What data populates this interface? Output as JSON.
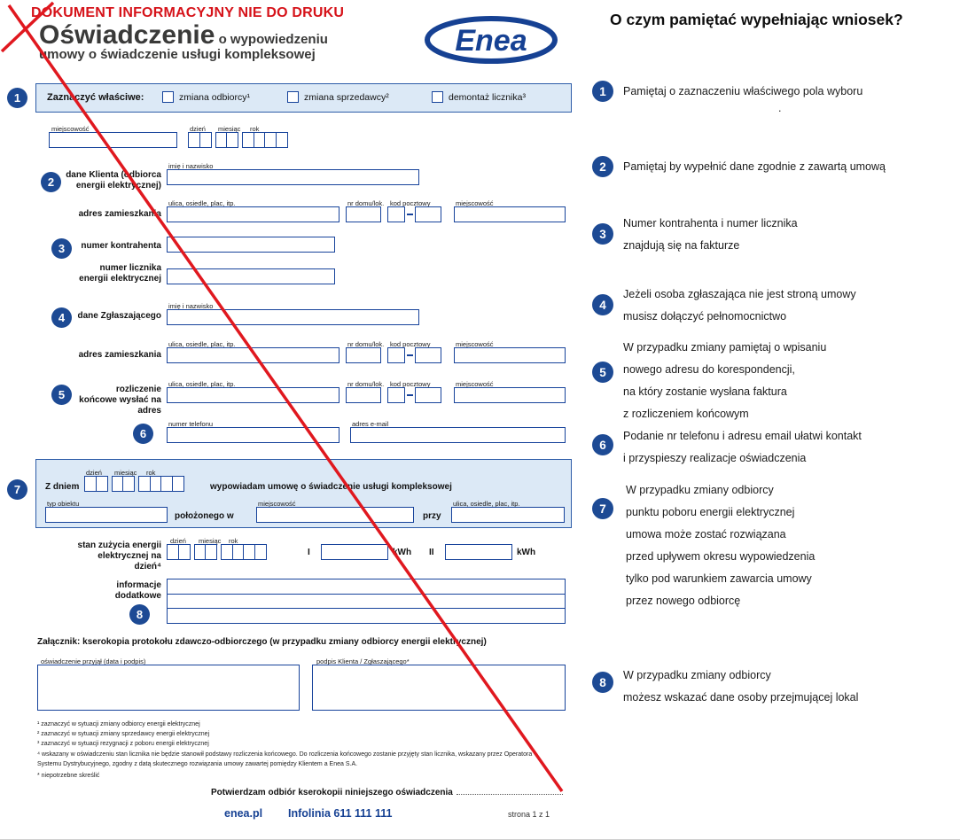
{
  "colors": {
    "blue": "#164193",
    "light_blue": "#dce9f6",
    "red": "#d6131a"
  },
  "header": {
    "warning": "DOKUMENT INFORMACYJNY NIE DO DRUKU",
    "title": "Oświadczenie",
    "subtitle1": " o wypowiedzeniu",
    "subtitle2": "umowy o świadczenie usługi kompleksowej",
    "logo": "Enea"
  },
  "labels": {
    "city": "miejscowość",
    "day": "dzień",
    "month": "miesiąc",
    "year": "rok",
    "full_name": "imię i nazwisko",
    "street": "ulica, osiedle, plac, itp.",
    "house": "nr domu/lok.",
    "postal": "kod pocztowy",
    "phone": "numer telefonu",
    "email": "adres e-mail"
  },
  "section1": {
    "num": "1",
    "title": "Zaznaczyć właściwe:",
    "options": [
      "zmiana odbiorcy¹",
      "zmiana sprzedawcy²",
      "demontaż licznika³"
    ]
  },
  "form": {
    "client": {
      "num": "2",
      "label": "dane Klienta (odbiorca energii elektrycznej)"
    },
    "address1": "adres zamieszkania",
    "contractor": {
      "num": "3",
      "label": "numer kontrahenta"
    },
    "meter": "numer licznika energii elektrycznej",
    "reporter": {
      "num": "4",
      "label": "dane Zgłaszającego"
    },
    "address2": "adres zamieszkania",
    "settlement": {
      "num": "5",
      "label": "rozliczenie końcowe wysłać na adres"
    },
    "contact": {
      "num": "6"
    },
    "section7": {
      "num": "7",
      "with_date": "Z dniem",
      "statement": "wypowiadam umowę o świadczenie usługi kompleksowej",
      "object_type": "typ obiektu",
      "located_in": "położonego w",
      "at": "przy"
    },
    "meter_state": {
      "label": "stan zużycia energii elektrycznej na dzień⁴",
      "i": "I",
      "ii": "II",
      "kwh": "kWh"
    },
    "additional": {
      "num": "8",
      "label": "informacje dodatkowe"
    },
    "attachment": "Załącznik: kserokopia protokołu zdawczo-odbiorczego (w przypadku zmiany odbiorcy energii elektrycznej)",
    "sign_left": "oświadczenie przyjął (data i podpis)",
    "sign_right": "podpis Klienta / Zgłaszającego*",
    "footnotes": [
      "¹ zaznaczyć w sytuacji zmiany odbiorcy energii elektrycznej",
      "² zaznaczyć w sytuacji zmiany sprzedawcy energii elektrycznej",
      "³ zaznaczyć w sytuacji rezygnacji z poboru energii elektrycznej",
      "⁴ wskazany w oświadczeniu stan licznika nie będzie stanowił podstawy rozliczenia końcowego. Do rozliczenia końcowego zostanie przyjęty stan licznika, wskazany przez Operatora Systemu Dystrybucyjnego, zgodny z datą skutecznego rozwiązania umowy zawartej pomiędzy Klientem a Enea S.A."
    ],
    "asterisk_note": "* niepotrzebne skreślić",
    "confirm": "Potwierdzam odbiór kserokopii niniejszego oświadczenia"
  },
  "footer": {
    "site": "enea.pl",
    "infoline": "Infolinia 611 111 111",
    "page": "strona 1 z 1"
  },
  "tips": {
    "title": "O czym pamiętać wypełniając wniosek?",
    "items": [
      {
        "num": "1",
        "text": "Pamiętaj o zaznaczeniu właściwego pola wyboru",
        "note": "."
      },
      {
        "num": "2",
        "text": "Pamiętaj by wypełnić dane zgodnie z zawartą umową"
      },
      {
        "num": "3",
        "text": "Numer kontrahenta i numer licznika\nznajdują się na fakturze"
      },
      {
        "num": "4",
        "text": "Jeżeli osoba zgłaszająca nie jest stroną umowy\nmusisz dołączyć pełnomocnictwo"
      },
      {
        "num": "5",
        "text": "W przypadku zmiany pamiętaj o wpisaniu\nnowego adresu do korespondencji,\nna który zostanie wysłana faktura\nz rozliczeniem końcowym"
      },
      {
        "num": "6",
        "text": "Podanie nr telefonu i adresu email ułatwi kontakt\ni przyspieszy realizacje oświadczenia"
      },
      {
        "num": "7",
        "text": "W przypadku zmiany odbiorcy\npunktu poboru energii elektrycznej\numowa może zostać rozwiązana\nprzed upływem okresu wypowiedzenia\ntylko pod warunkiem zawarcia umowy\nprzez nowego odbiorcę"
      },
      {
        "num": "8",
        "text": "W przypadku zmiany odbiorcy\nmożesz wskazać dane osoby przejmującej lokal"
      }
    ]
  }
}
